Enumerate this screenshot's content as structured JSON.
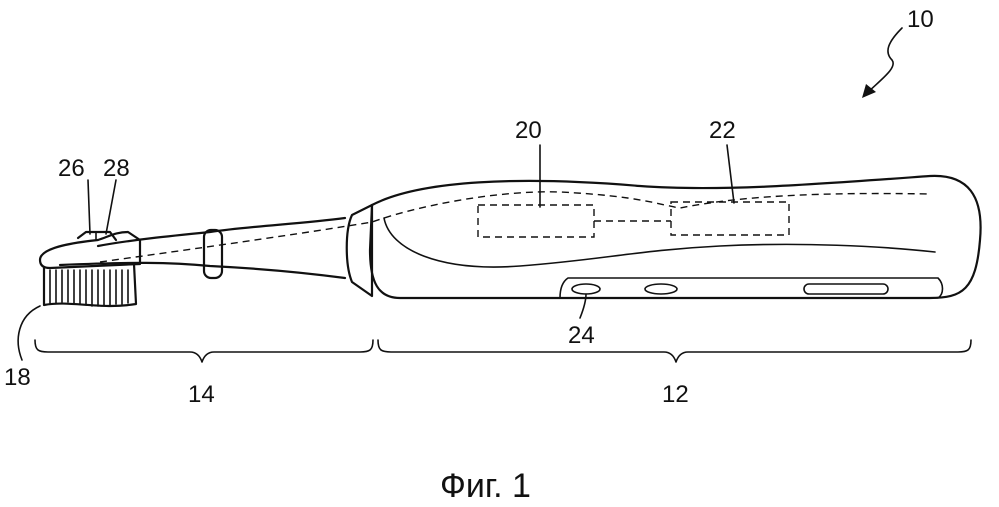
{
  "labels": {
    "ref_10": "10",
    "ref_12": "12",
    "ref_14": "14",
    "ref_18": "18",
    "ref_20": "20",
    "ref_22": "22",
    "ref_24": "24",
    "ref_26": "26",
    "ref_28": "28"
  },
  "caption": "Фиг. 1"
}
